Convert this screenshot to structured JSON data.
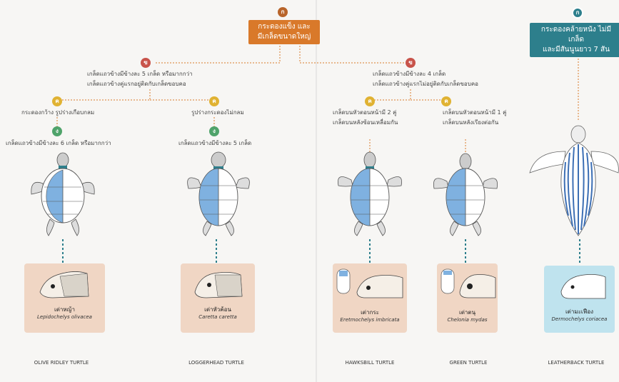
{
  "root": {
    "badge": "ก",
    "label_line1": "กระดองแข็ง และ",
    "label_line2": "มีเกล็ดขนาดใหญ่"
  },
  "leatherback_node": {
    "badge": "ก",
    "label_line1": "กระดองคล้ายหนัง ไม่มีเกล็ด",
    "label_line2": "และมีสันนูนยาว 7 สัน"
  },
  "branch_left": {
    "badge": "ข",
    "line1": "เกล็ดแถวข้างมีข้างละ 5 เกล็ด หรือมากกว่า",
    "line2": "เกล็ดแถวข้างคู่แรกอยู่ติดกับเกล็ดขอบคอ"
  },
  "branch_right": {
    "badge": "ข",
    "line1": "เกล็ดแถวข้างมีข้างละ 4 เกล็ด",
    "line2": "เกล็ดแถวข้างคู่แรกไม่อยู่ติดกับเกล็ดขอบคอ"
  },
  "node_round": {
    "badge": "ค",
    "label": "กระดองกว้าง รูปร่างเกือบกลม"
  },
  "node_not_round": {
    "badge": "ค",
    "label": "รูปร่างกระดองไม่กลม"
  },
  "node_olive": {
    "badge": "ง",
    "label": "เกล็ดแถวข้างมีข้างละ 6 เกล็ด หรือมากกว่า"
  },
  "node_logger": {
    "badge": "ง",
    "label": "เกล็ดแถวข้างมีข้างละ 5 เกล็ด"
  },
  "node_hawks": {
    "badge": "ค",
    "line1": "เกล็ดบนหัวตอนหน้ามี 2 คู่",
    "line2": "เกล็ดบนหลังซ้อนเหลื่อมกัน"
  },
  "node_green": {
    "badge": "ค",
    "line1": "เกล็ดบนหัวตอนหน้ามี 1 คู่",
    "line2": "เกล็ดบนหลังเรียงต่อกัน"
  },
  "species": [
    {
      "thai": "เต่าหญ้า",
      "sci": "Lepidochelys olivacea",
      "common": "OLIVE RIDLEY TURTLE"
    },
    {
      "thai": "เต่าหัวค้อน",
      "sci": "Caretta caretta",
      "common": "LOGGERHEAD TURTLE"
    },
    {
      "thai": "เต่ากระ",
      "sci": "Eretmochelys imbricata",
      "common": "HAWKSBILL TURTLE"
    },
    {
      "thai": "เต่าตนุ",
      "sci": "Chelonia mydas",
      "common": "GREEN TURTLE"
    },
    {
      "thai": "เต่ามะเฟือง",
      "sci": "Dermochelys coriacea",
      "common": "LEATHERBACK TURTLE"
    }
  ],
  "colors": {
    "orange_node": "#d9792a",
    "teal_node": "#2d7f8c",
    "card_peach": "#f0d6c4",
    "card_blue": "#bfe3ee",
    "shell_blue": "#7fb1e0"
  }
}
